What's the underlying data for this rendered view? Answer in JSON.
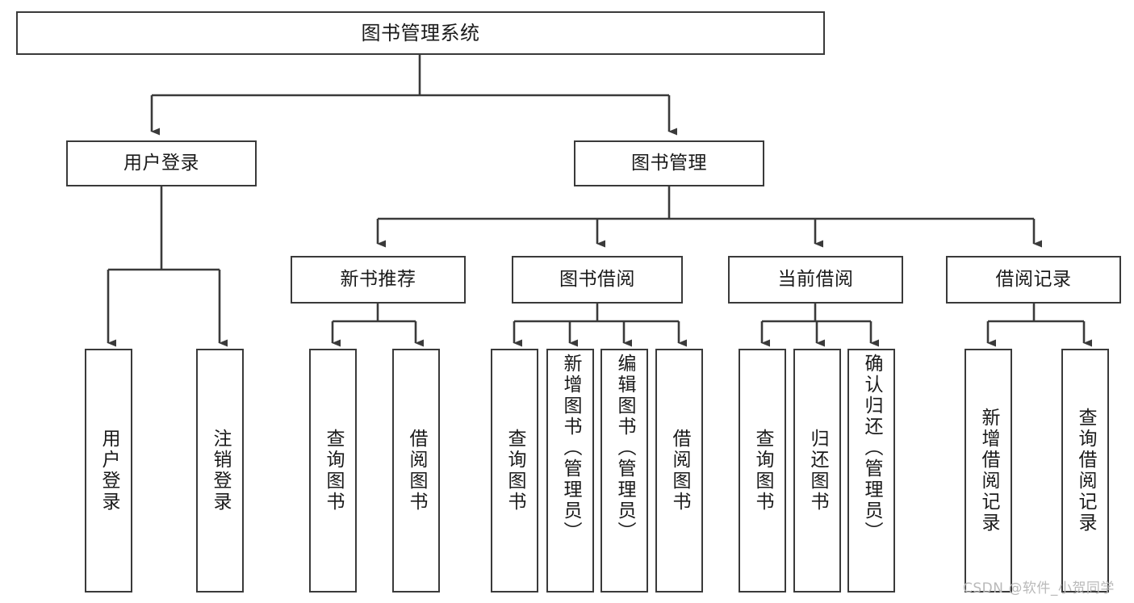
{
  "diagram": {
    "type": "tree-hierarchy",
    "title": "图书管理系统",
    "watermark": "CSDN @软件_小贺同学",
    "colors": {
      "stroke": "#3a3a3a",
      "fill": "#ffffff",
      "text": "#1a1a1a",
      "watermark": "#b9b9b9"
    },
    "nodes": {
      "root": {
        "label": "图书管理系统"
      },
      "level2": [
        {
          "id": "user-login",
          "label": "用户登录"
        },
        {
          "id": "book-manage",
          "label": "图书管理"
        }
      ],
      "level3": [
        {
          "id": "new-book-rec",
          "label": "新书推荐"
        },
        {
          "id": "book-borrow",
          "label": "图书借阅"
        },
        {
          "id": "current-borrow",
          "label": "当前借阅"
        },
        {
          "id": "borrow-record",
          "label": "借阅记录"
        }
      ],
      "leaves": {
        "user_login": [
          {
            "id": "leaf-user-login",
            "label": "用户登录"
          },
          {
            "id": "leaf-logout",
            "label": "注销登录"
          }
        ],
        "new_book_rec": [
          {
            "id": "leaf-query-book-1",
            "label": "查询图书"
          },
          {
            "id": "leaf-borrow-book-1",
            "label": "借阅图书"
          }
        ],
        "book_borrow": [
          {
            "id": "leaf-query-book-2",
            "label": "查询图书"
          },
          {
            "id": "leaf-add-book",
            "label": "新增图书（管理员）"
          },
          {
            "id": "leaf-edit-book",
            "label": "编辑图书（管理员）"
          },
          {
            "id": "leaf-borrow-book-2",
            "label": "借阅图书"
          }
        ],
        "current_borrow": [
          {
            "id": "leaf-query-book-3",
            "label": "查询图书"
          },
          {
            "id": "leaf-return-book",
            "label": "归还图书"
          },
          {
            "id": "leaf-confirm-return",
            "label": "确认归还（管理员）"
          }
        ],
        "borrow_record": [
          {
            "id": "leaf-add-record",
            "label": "新增借阅记录"
          },
          {
            "id": "leaf-query-record",
            "label": "查询借阅记录"
          }
        ]
      }
    }
  }
}
